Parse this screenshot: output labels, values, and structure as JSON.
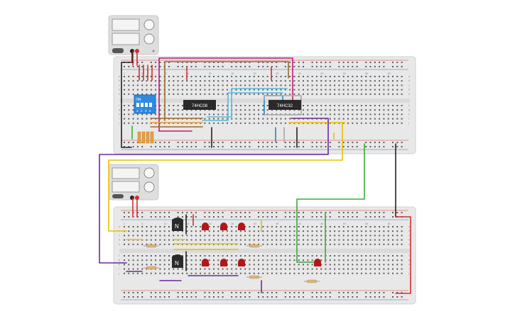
{
  "circuit": {
    "chips": [
      {
        "id": "chip-1",
        "label": "74HC08"
      },
      {
        "id": "chip-2",
        "label": "74HC32"
      }
    ],
    "dip_switch": {
      "label": "ON",
      "numbers": [
        "1",
        "2",
        "3",
        "4"
      ]
    },
    "transistor_label": "N",
    "row_letters_top": [
      "a",
      "b",
      "c",
      "d",
      "e",
      "f",
      "g",
      "h",
      "i",
      "j"
    ],
    "column_numbers": [
      "1",
      "5",
      "10",
      "15",
      "20",
      "25",
      "30",
      "35",
      "40",
      "45",
      "50",
      "55",
      "60"
    ],
    "colors": {
      "board": "#e8e8e8",
      "board_trench": "#dadada",
      "hole": "#5c5c5c",
      "rail_red": "#e03a3a",
      "rail_blue": "#3b78c8",
      "wire_red": "#d62c2c",
      "wire_black": "#222222",
      "wire_magenta": "#c2187a",
      "wire_brown": "#9a6a2a",
      "wire_cyan": "#5ab8d8",
      "wire_blue": "#1e88c8",
      "wire_yellow": "#e6c200",
      "wire_green": "#3aaa3a",
      "wire_purple": "#6a2a9a",
      "wire_gray": "#a8a8a8",
      "wire_orange": "#e89a3a",
      "led_red": "#b01818",
      "chip_body": "#2a2a2a",
      "dip_blue": "#2d8ae0",
      "supply_body": "#dedede",
      "supply_screen": "#f4f4f4"
    }
  }
}
